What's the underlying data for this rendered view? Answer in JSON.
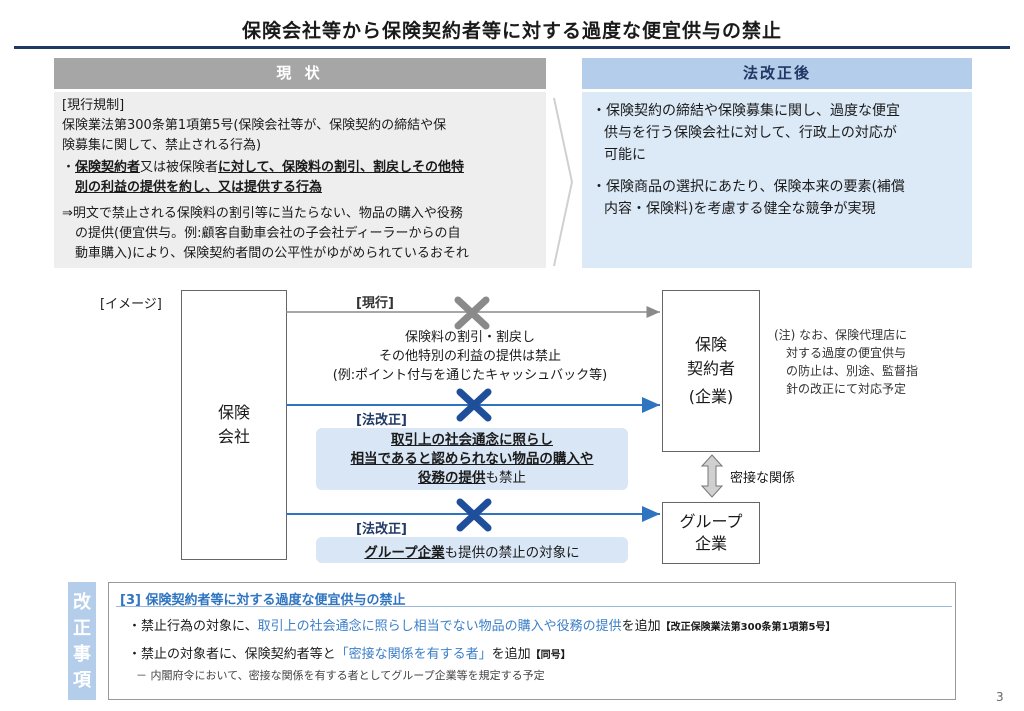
{
  "title": "保険会社等から保険契約者等に対する過度な便宜供与の禁止",
  "current": {
    "header": "現 状",
    "regulation_label": "[現行規制]",
    "regulation_line1": "保険業法第300条第1項第5号(保険会社等が、保険契約の締結や保",
    "regulation_line2": "険募集に関して、禁止される行為)",
    "bullet_dot": "・",
    "bullet_a": "保険契約者",
    "bullet_b": "又は被保険者",
    "bullet_c": "に対して、保険料の割引、割戻しその他特",
    "bullet_d": "別の利益の提供を約し、又は提供する行為",
    "arrow_line1": "⇒明文で禁止される保険料の割引等に当たらない、物品の購入や役務",
    "arrow_line2": "の提供(便宜供与。例:顧客自動車会社の子会社ディーラーからの自",
    "arrow_line3": "動車購入)により、保険契約者間の公平性がゆがめられているおそれ"
  },
  "revised": {
    "header": "法改正後",
    "p1_line1": "・保険契約の締結や保険募集に関し、過度な便宜",
    "p1_line2": "供与を行う保険会社に対して、行政上の対応が",
    "p1_line3": "可能に",
    "p2_line1": "・保険商品の選択にあたり、保険本来の要素(補償",
    "p2_line2": "内容・保険料)を考慮する健全な競争が実現"
  },
  "diagram": {
    "image_label": "[イメージ]",
    "insurer_line1": "保険",
    "insurer_line2": "会社",
    "current_label": "[現行]",
    "current_text1": "保険料の割引・割戻し",
    "current_text2": "その他特別の利益の提供は禁止",
    "current_text3": "(例:ポイント付与を通じたキャッシュバック等)",
    "revised_label_1": "[法改正]",
    "revised_text1": "取引上の社会通念に照らし",
    "revised_text2": "相当であると認められない物品の購入や",
    "revised_text3a": "役務の提供",
    "revised_text3b": "も禁止",
    "revised_label_2": "[法改正]",
    "revised_text4a": "グループ企業",
    "revised_text4b": "も提供の禁止の対象に",
    "policyholder_line1": "保険",
    "policyholder_line2": "契約者",
    "policyholder_line3": "(企業)",
    "relation_label": "密接な関係",
    "group_line1": "グループ",
    "group_line2": "企業",
    "note_line1": "(注) なお、保険代理店に",
    "note_line2": "対する過度の便宜供与",
    "note_line3": "の防止は、別途、監督指",
    "note_line4": "針の改正にて対応予定"
  },
  "amendment": {
    "sidebar_chars": [
      "改",
      "正",
      "事",
      "項"
    ],
    "heading": "[3] 保険契約者等に対する過度な便宜供与の禁止",
    "item1_a": "・禁止行為の対象に、",
    "item1_b": "取引上の社会通念に照らし相当でない物品の購入や役務の提供",
    "item1_c": "を追加",
    "item1_ref": "【改正保険業法第300条第1項第5号】",
    "item2_a": "・禁止の対象者に、保険契約者等と",
    "item2_b": "「密接な関係を有する者」",
    "item2_c": "を追加",
    "item2_ref": "【同号】",
    "sub_note": "－ 内閣府令において、密接な関係を有する者としてグループ企業等を規定する予定"
  },
  "page_number": "3",
  "colors": {
    "navy": "#1f3864",
    "arrow_blue": "#2e74c0",
    "x_blue": "#1f4e9a",
    "x_gray": "#8a8a8a",
    "highlight": "#3a7ec8"
  }
}
